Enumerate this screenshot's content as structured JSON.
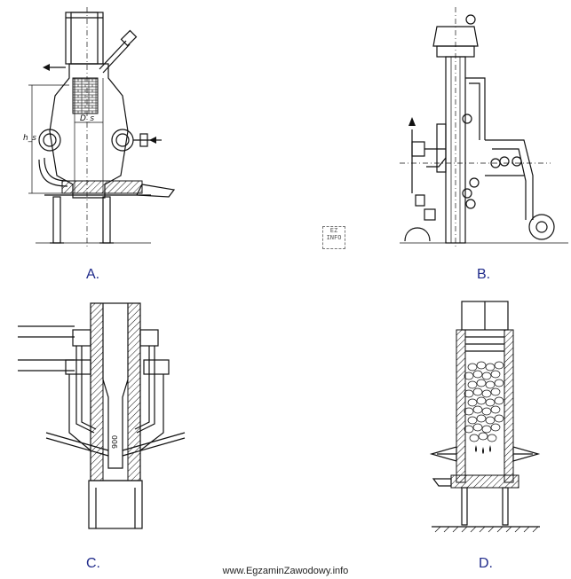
{
  "panels": [
    {
      "id": "A",
      "label": "A.",
      "dimension_labels": [
        "D_s",
        "h_s"
      ]
    },
    {
      "id": "B",
      "label": "B."
    },
    {
      "id": "C",
      "label": "C.",
      "dimension_label": "900"
    },
    {
      "id": "D",
      "label": "D."
    }
  ],
  "footer": "www.EgzaminZawodowy.info",
  "watermark": "EZ INFO",
  "colors": {
    "label": "#1f2a8a",
    "ink": "#111111",
    "background": "#ffffff"
  }
}
